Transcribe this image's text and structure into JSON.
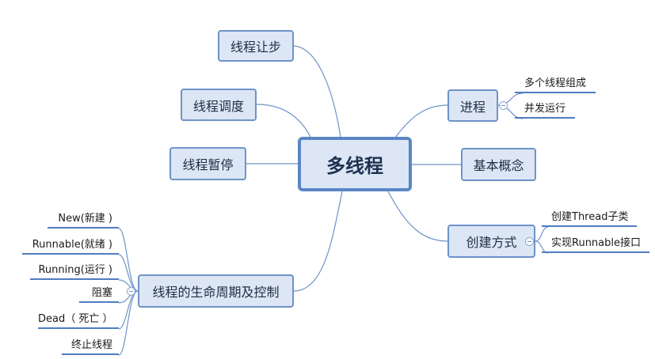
{
  "center": {
    "label": "多线程"
  },
  "branches": {
    "yield": "线程让步",
    "schedule": "线程调度",
    "pause": "线程暂停",
    "lifecycle": "线程的生命周期及控制",
    "process": "进程",
    "concept": "基本概念",
    "create": "创建方式"
  },
  "process_children": [
    "多个线程组成",
    "并发运行"
  ],
  "create_children": [
    "创建Thread子类",
    "实现Runnable接口"
  ],
  "lifecycle_children": [
    "New(新建 )",
    "Runnable(就绪 )",
    "Running(运行 )",
    "阻塞",
    "Dead（ 死亡 ）",
    "终止线程"
  ],
  "colors": {
    "node_fill": "#dce6f4",
    "node_border": "#6f93c8",
    "center_border": "#5b86c5",
    "connector": "#6f93c8",
    "leaf_underline": "#4f7cc0"
  }
}
